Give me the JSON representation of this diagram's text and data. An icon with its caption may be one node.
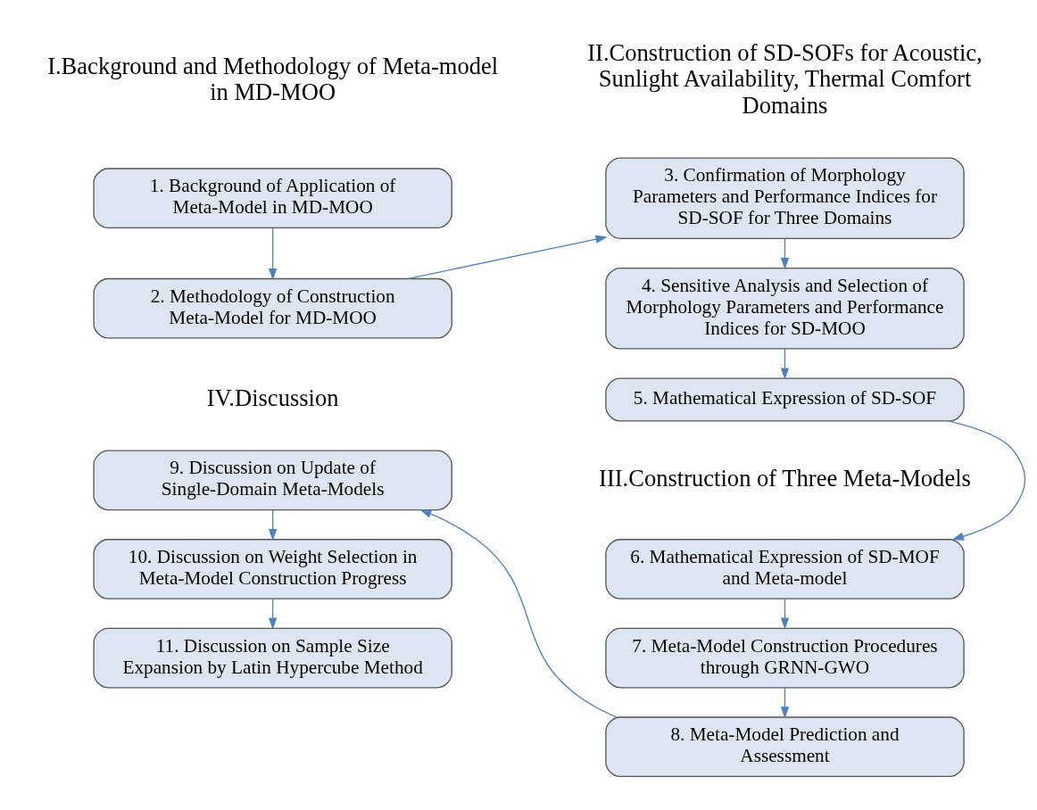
{
  "diagram": {
    "nodes": [
      {
        "text": [
          "1. Background of Application of Meta-Model in MD-MOO"
        ]
      },
      {
        "text": [
          "2. Methodology of Construction Meta-Model for MD-MOO"
        ]
      },
      {
        "text": [
          "3. Confirmation of Morphology Parameters and Performance Indices for SD-SOF for Three Domains"
        ]
      },
      {
        "text": [
          "4. Sensitive Analysis and Selection of Morphology Parameters and Performance Indices for SD-MOO"
        ]
      },
      {
        "text": [
          "5. Mathematical Expression of SD-SOF"
        ]
      },
      {
        "text": [
          "6. Mathematical Expression of SD-MOF and Meta-model"
        ]
      },
      {
        "text": [
          "7. Meta-Model Construction Procedures through GRNN-GWO"
        ]
      },
      {
        "text": [
          "8. Meta-Model Prediction and Assessment"
        ]
      },
      {
        "text": [
          "9. Discussion on Update of Single-Domain Meta-Models"
        ]
      },
      {
        "text": [
          "10. Discussion on Weight Selection in Meta-Model Construction Progress"
        ]
      },
      {
        "text": [
          "11. Discussion on Sample Size Expansion by Latin Hypercube Method"
        ]
      }
    ],
    "edges": [
      {
        "from": 0,
        "to": 1,
        "arrow": "to"
      },
      {
        "from": 1,
        "to": 2,
        "arrow": "to"
      },
      {
        "from": 2,
        "to": 3,
        "arrow": "to"
      },
      {
        "from": 3,
        "to": 4,
        "arrow": "to"
      },
      {
        "from": 4,
        "to": 5,
        "arrow": "to"
      },
      {
        "from": 5,
        "to": 6,
        "arrow": "to"
      },
      {
        "from": 6,
        "to": 7,
        "arrow": "to"
      },
      {
        "from": 7,
        "to": 8,
        "arrow": "to"
      },
      {
        "from": 8,
        "to": 9,
        "arrow": "to"
      },
      {
        "from": 9,
        "to": 10,
        "arrow": "to"
      }
    ],
    "labels": [
      "I.Background and Methodology of Meta-model in MD-MOO",
      "II.Construction of SD-SOFs for Acoustic, Sunlight Availability, Thermal Comfort Domains",
      "IV.Discussion",
      "III.Construction of Three Meta-Models"
    ]
  }
}
